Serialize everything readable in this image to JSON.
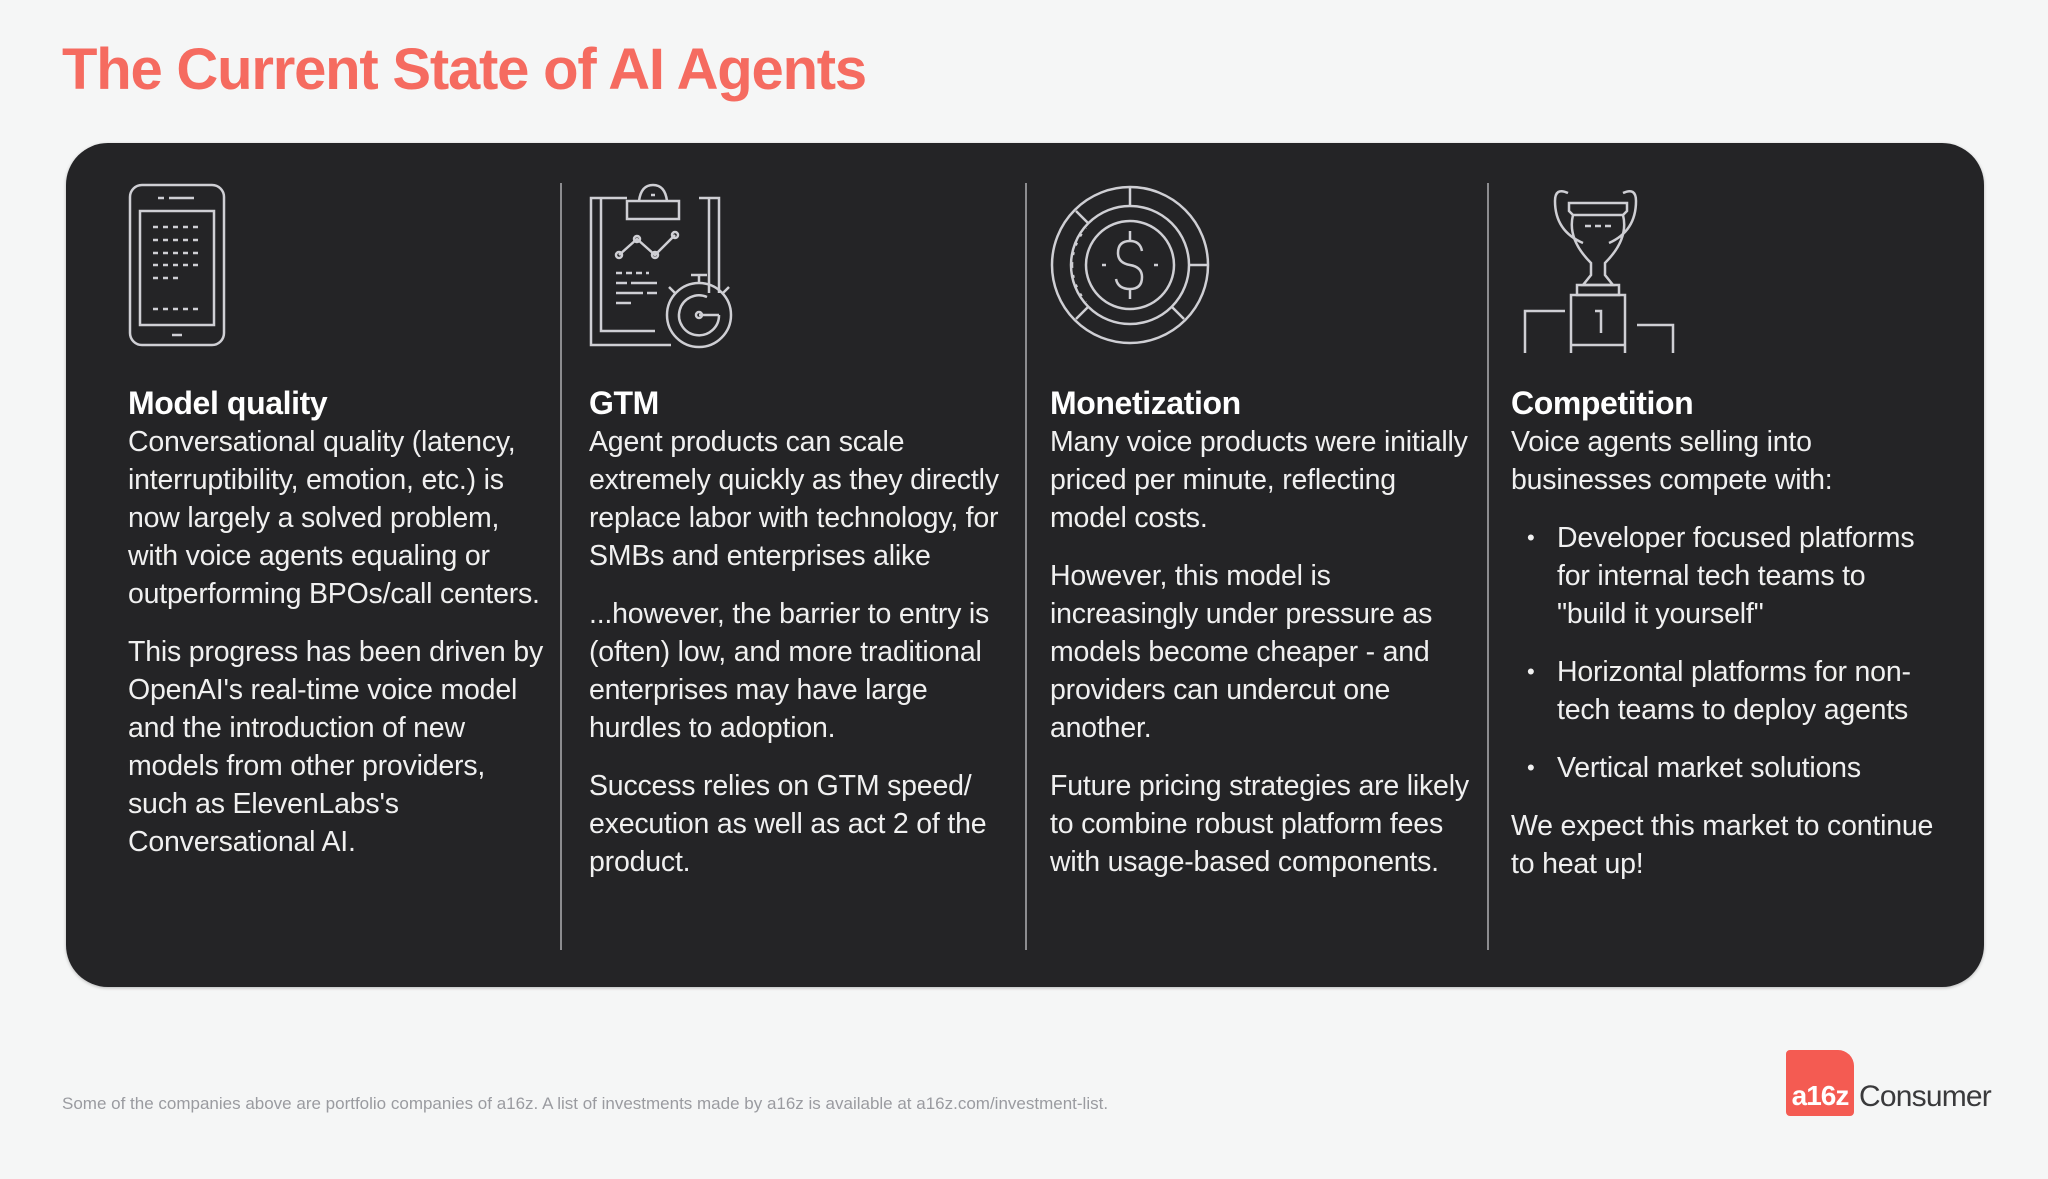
{
  "title": "The Current State of AI Agents",
  "colors": {
    "accent": "#f56b60",
    "panel": "#242426",
    "background": "#f5f6f6",
    "logo": "#f45b52"
  },
  "columns": [
    {
      "icon": "smartphone-icon",
      "heading": "Model quality",
      "paragraphs": [
        "Conversational quality (latency, interruptibility, emotion, etc.) is now largely a solved problem, with voice agents equaling or outperforming BPOs/call centers.",
        "This progress has been driven by OpenAI's real-time voice model and the introduction of new models from other providers, such as ElevenLabs's Conversational AI."
      ]
    },
    {
      "icon": "clipboard-stopwatch-icon",
      "heading": "GTM",
      "paragraphs": [
        "Agent products can scale extremely quickly as they directly replace labor with technology, for SMBs and enterprises alike",
        "...however, the barrier to entry is (often) low, and more traditional enterprises may have large hurdles to adoption.",
        "Success relies on GTM speed/ execution as well as act 2 of the product."
      ]
    },
    {
      "icon": "dollar-dial-icon",
      "heading": "Monetization",
      "paragraphs": [
        "Many voice products were initially priced per minute, reflecting model costs.",
        "However, this model is increasingly under pressure as models become cheaper - and providers can undercut one another.",
        "Future pricing strategies are likely to combine robust platform fees with usage-based components."
      ]
    },
    {
      "icon": "trophy-podium-icon",
      "heading": "Competition",
      "intro": "Voice agents selling into businesses compete with:",
      "bullets": [
        "Developer focused platforms for internal tech teams to \"build it yourself\"",
        "Horizontal platforms for non-tech teams to deploy agents",
        "Vertical market solutions"
      ],
      "bullet_glyph": "•",
      "outro": "We expect this market to continue to heat up!"
    }
  ],
  "footnote": "Some of the companies above are portfolio companies of a16z. A list of investments made by a16z is available at a16z.com/investment-list.",
  "logo": {
    "mark": "a16z",
    "text": "Consumer"
  }
}
